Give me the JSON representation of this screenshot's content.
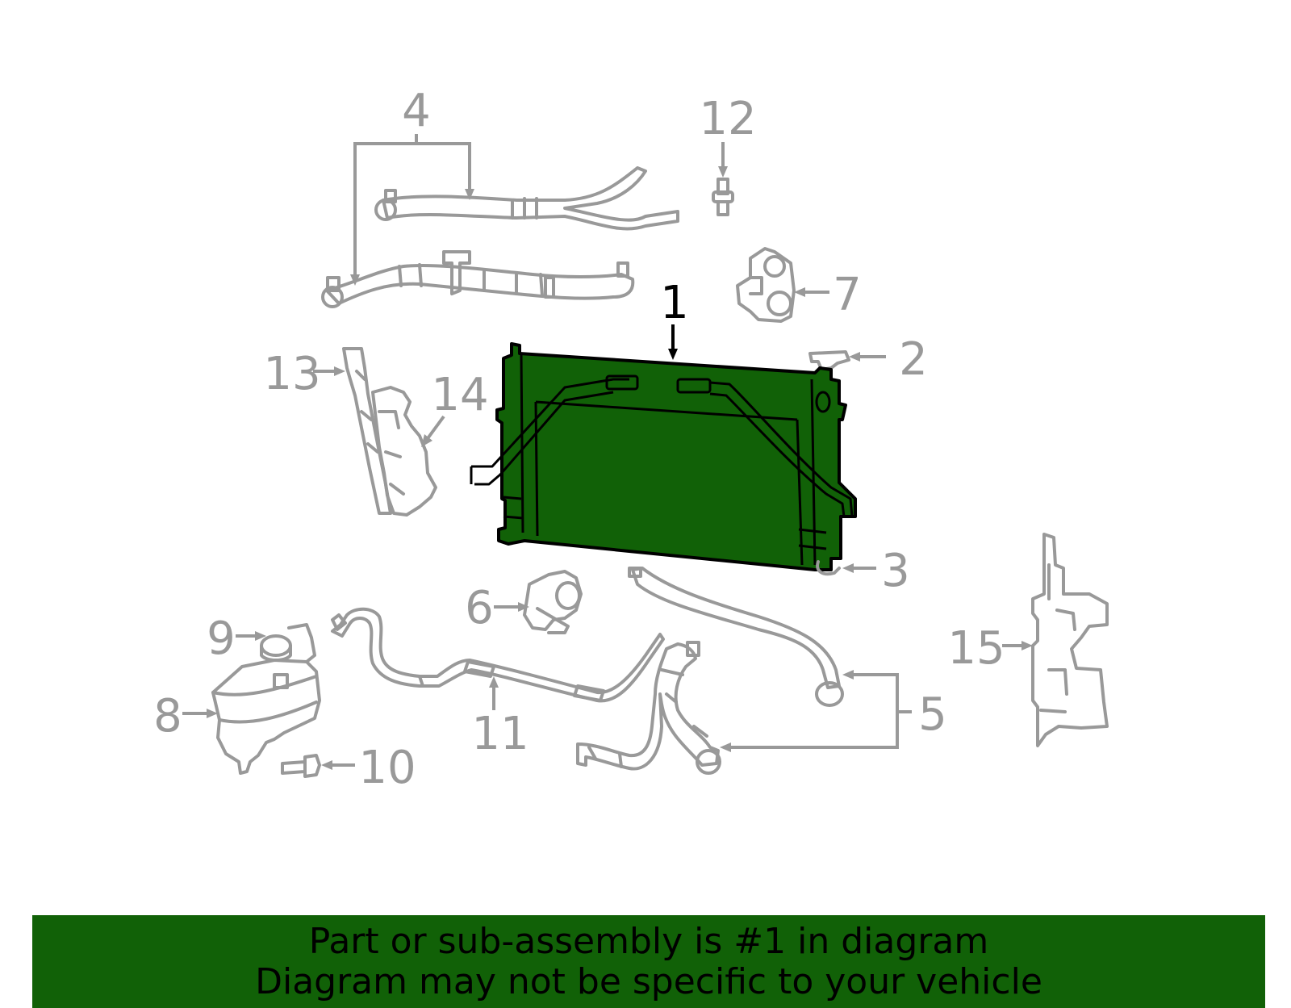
{
  "callouts": {
    "c1": "1",
    "c2": "2",
    "c3": "3",
    "c4": "4",
    "c5": "5",
    "c6": "6",
    "c7": "7",
    "c8": "8",
    "c9": "9",
    "c10": "10",
    "c11": "11",
    "c12": "12",
    "c13": "13",
    "c14": "14",
    "c15": "15"
  },
  "highlighted_part": "1",
  "colors": {
    "highlight": "#116107",
    "callout": "#999999",
    "active_callout": "#000000"
  },
  "banner": {
    "line1": "Part or sub-assembly is #1 in diagram",
    "line2": "Diagram may not be specific to your vehicle"
  }
}
